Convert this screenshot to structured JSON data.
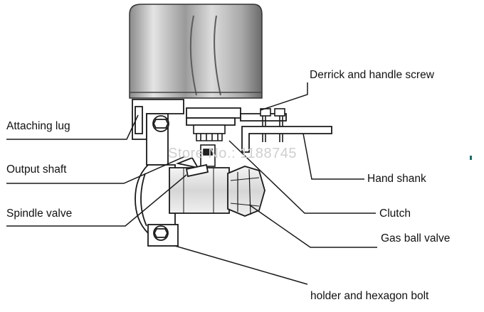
{
  "labels": {
    "derrick": "Derrick and handle screw",
    "attaching_lug": "Attaching lug",
    "output_shaft": "Output shaft",
    "hand_shank": "Hand shank",
    "spindle_valve": "Spindle valve",
    "clutch": "Clutch",
    "gas_ball_valve": "Gas ball valve",
    "holder": "holder and hexagon bolt"
  },
  "watermark": "Store No.: 1188745",
  "colors": {
    "line": "#1a1a1a",
    "cap_light": "#d9d9d9",
    "cap_dark": "#6e6e6e",
    "brass": "#e8e8e8"
  }
}
